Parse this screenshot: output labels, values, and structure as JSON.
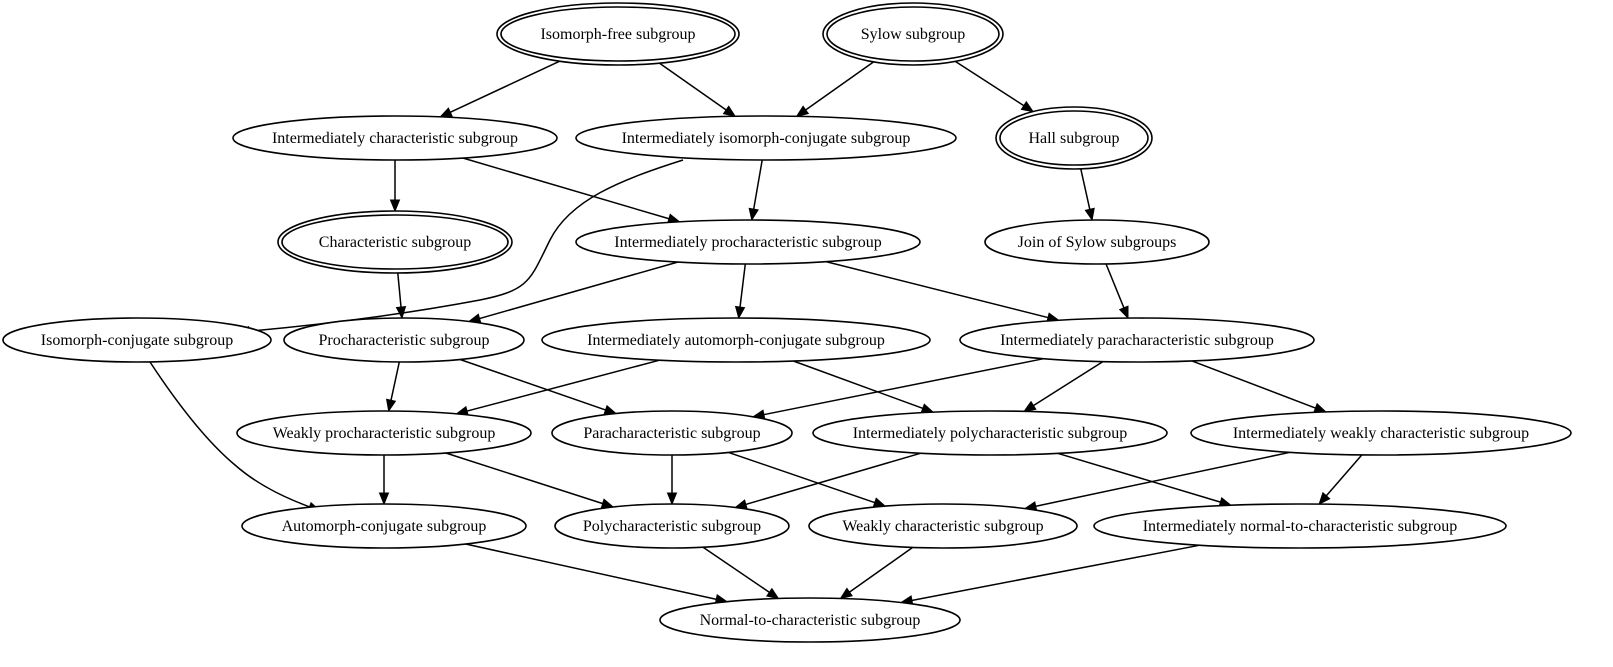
{
  "diagram": {
    "type": "directed-graph",
    "colors": {
      "stroke": "#000000",
      "fill": "#ffffff",
      "text": "#000000",
      "background": "#ffffff"
    },
    "nodes": [
      {
        "id": "isomorph_free",
        "label": "Isomorph-free subgroup",
        "double": true
      },
      {
        "id": "sylow",
        "label": "Sylow subgroup",
        "double": true
      },
      {
        "id": "int_char",
        "label": "Intermediately characteristic subgroup",
        "double": false
      },
      {
        "id": "int_iso_conj",
        "label": "Intermediately isomorph-conjugate subgroup",
        "double": false
      },
      {
        "id": "hall",
        "label": "Hall subgroup",
        "double": true
      },
      {
        "id": "char",
        "label": "Characteristic subgroup",
        "double": true
      },
      {
        "id": "int_prochar",
        "label": "Intermediately procharacteristic subgroup",
        "double": false
      },
      {
        "id": "join_sylow",
        "label": "Join of Sylow subgroups",
        "double": false
      },
      {
        "id": "iso_conj",
        "label": "Isomorph-conjugate subgroup",
        "double": false
      },
      {
        "id": "prochar",
        "label": "Procharacteristic subgroup",
        "double": false
      },
      {
        "id": "int_auto_conj",
        "label": "Intermediately automorph-conjugate subgroup",
        "double": false
      },
      {
        "id": "int_parachar",
        "label": "Intermediately paracharacteristic subgroup",
        "double": false
      },
      {
        "id": "weak_prochar",
        "label": "Weakly procharacteristic subgroup",
        "double": false
      },
      {
        "id": "parachar",
        "label": "Paracharacteristic subgroup",
        "double": false
      },
      {
        "id": "int_polychar",
        "label": "Intermediately polycharacteristic subgroup",
        "double": false
      },
      {
        "id": "int_weak_char",
        "label": "Intermediately weakly characteristic subgroup",
        "double": false
      },
      {
        "id": "auto_conj",
        "label": "Automorph-conjugate subgroup",
        "double": false
      },
      {
        "id": "polychar",
        "label": "Polycharacteristic subgroup",
        "double": false
      },
      {
        "id": "weak_char",
        "label": "Weakly characteristic subgroup",
        "double": false
      },
      {
        "id": "int_ntc",
        "label": "Intermediately normal-to-characteristic subgroup",
        "double": false
      },
      {
        "id": "ntc",
        "label": "Normal-to-characteristic subgroup",
        "double": false
      }
    ],
    "edges": [
      {
        "from": "isomorph_free",
        "to": "int_char"
      },
      {
        "from": "isomorph_free",
        "to": "int_iso_conj"
      },
      {
        "from": "sylow",
        "to": "int_iso_conj"
      },
      {
        "from": "sylow",
        "to": "hall"
      },
      {
        "from": "int_char",
        "to": "char"
      },
      {
        "from": "int_char",
        "to": "int_prochar"
      },
      {
        "from": "int_iso_conj",
        "to": "int_prochar"
      },
      {
        "from": "int_iso_conj",
        "to": "iso_conj"
      },
      {
        "from": "hall",
        "to": "join_sylow"
      },
      {
        "from": "char",
        "to": "prochar"
      },
      {
        "from": "int_prochar",
        "to": "prochar"
      },
      {
        "from": "int_prochar",
        "to": "int_auto_conj"
      },
      {
        "from": "int_prochar",
        "to": "int_parachar"
      },
      {
        "from": "join_sylow",
        "to": "int_parachar"
      },
      {
        "from": "iso_conj",
        "to": "auto_conj"
      },
      {
        "from": "prochar",
        "to": "weak_prochar"
      },
      {
        "from": "prochar",
        "to": "parachar"
      },
      {
        "from": "int_auto_conj",
        "to": "weak_prochar"
      },
      {
        "from": "int_auto_conj",
        "to": "int_polychar"
      },
      {
        "from": "int_parachar",
        "to": "parachar"
      },
      {
        "from": "int_parachar",
        "to": "int_polychar"
      },
      {
        "from": "int_parachar",
        "to": "int_weak_char"
      },
      {
        "from": "weak_prochar",
        "to": "auto_conj"
      },
      {
        "from": "weak_prochar",
        "to": "polychar"
      },
      {
        "from": "parachar",
        "to": "polychar"
      },
      {
        "from": "parachar",
        "to": "weak_char"
      },
      {
        "from": "int_polychar",
        "to": "polychar"
      },
      {
        "from": "int_polychar",
        "to": "int_ntc"
      },
      {
        "from": "int_weak_char",
        "to": "weak_char"
      },
      {
        "from": "int_weak_char",
        "to": "int_ntc"
      },
      {
        "from": "auto_conj",
        "to": "ntc"
      },
      {
        "from": "polychar",
        "to": "ntc"
      },
      {
        "from": "weak_char",
        "to": "ntc"
      },
      {
        "from": "int_ntc",
        "to": "ntc"
      }
    ]
  }
}
